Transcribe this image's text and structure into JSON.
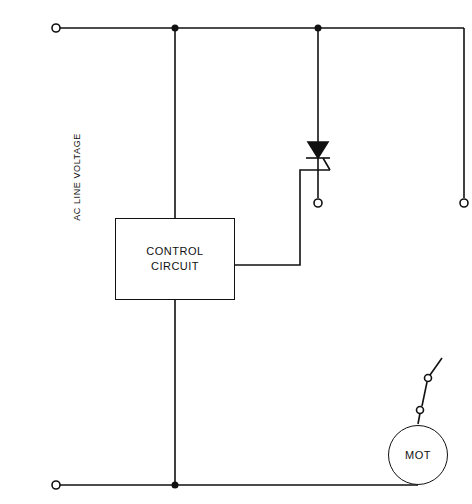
{
  "diagram": {
    "nodes": [
      {
        "text": [
          "CONTROL CIRCUIT"
        ]
      },
      {
        "text": [
          "MOT"
        ]
      }
    ],
    "edges": [
      {
        "from": 0,
        "to": 1,
        "arrow": "none"
      }
    ],
    "labels": [
      "AC LINE VOLTAGE"
    ]
  }
}
